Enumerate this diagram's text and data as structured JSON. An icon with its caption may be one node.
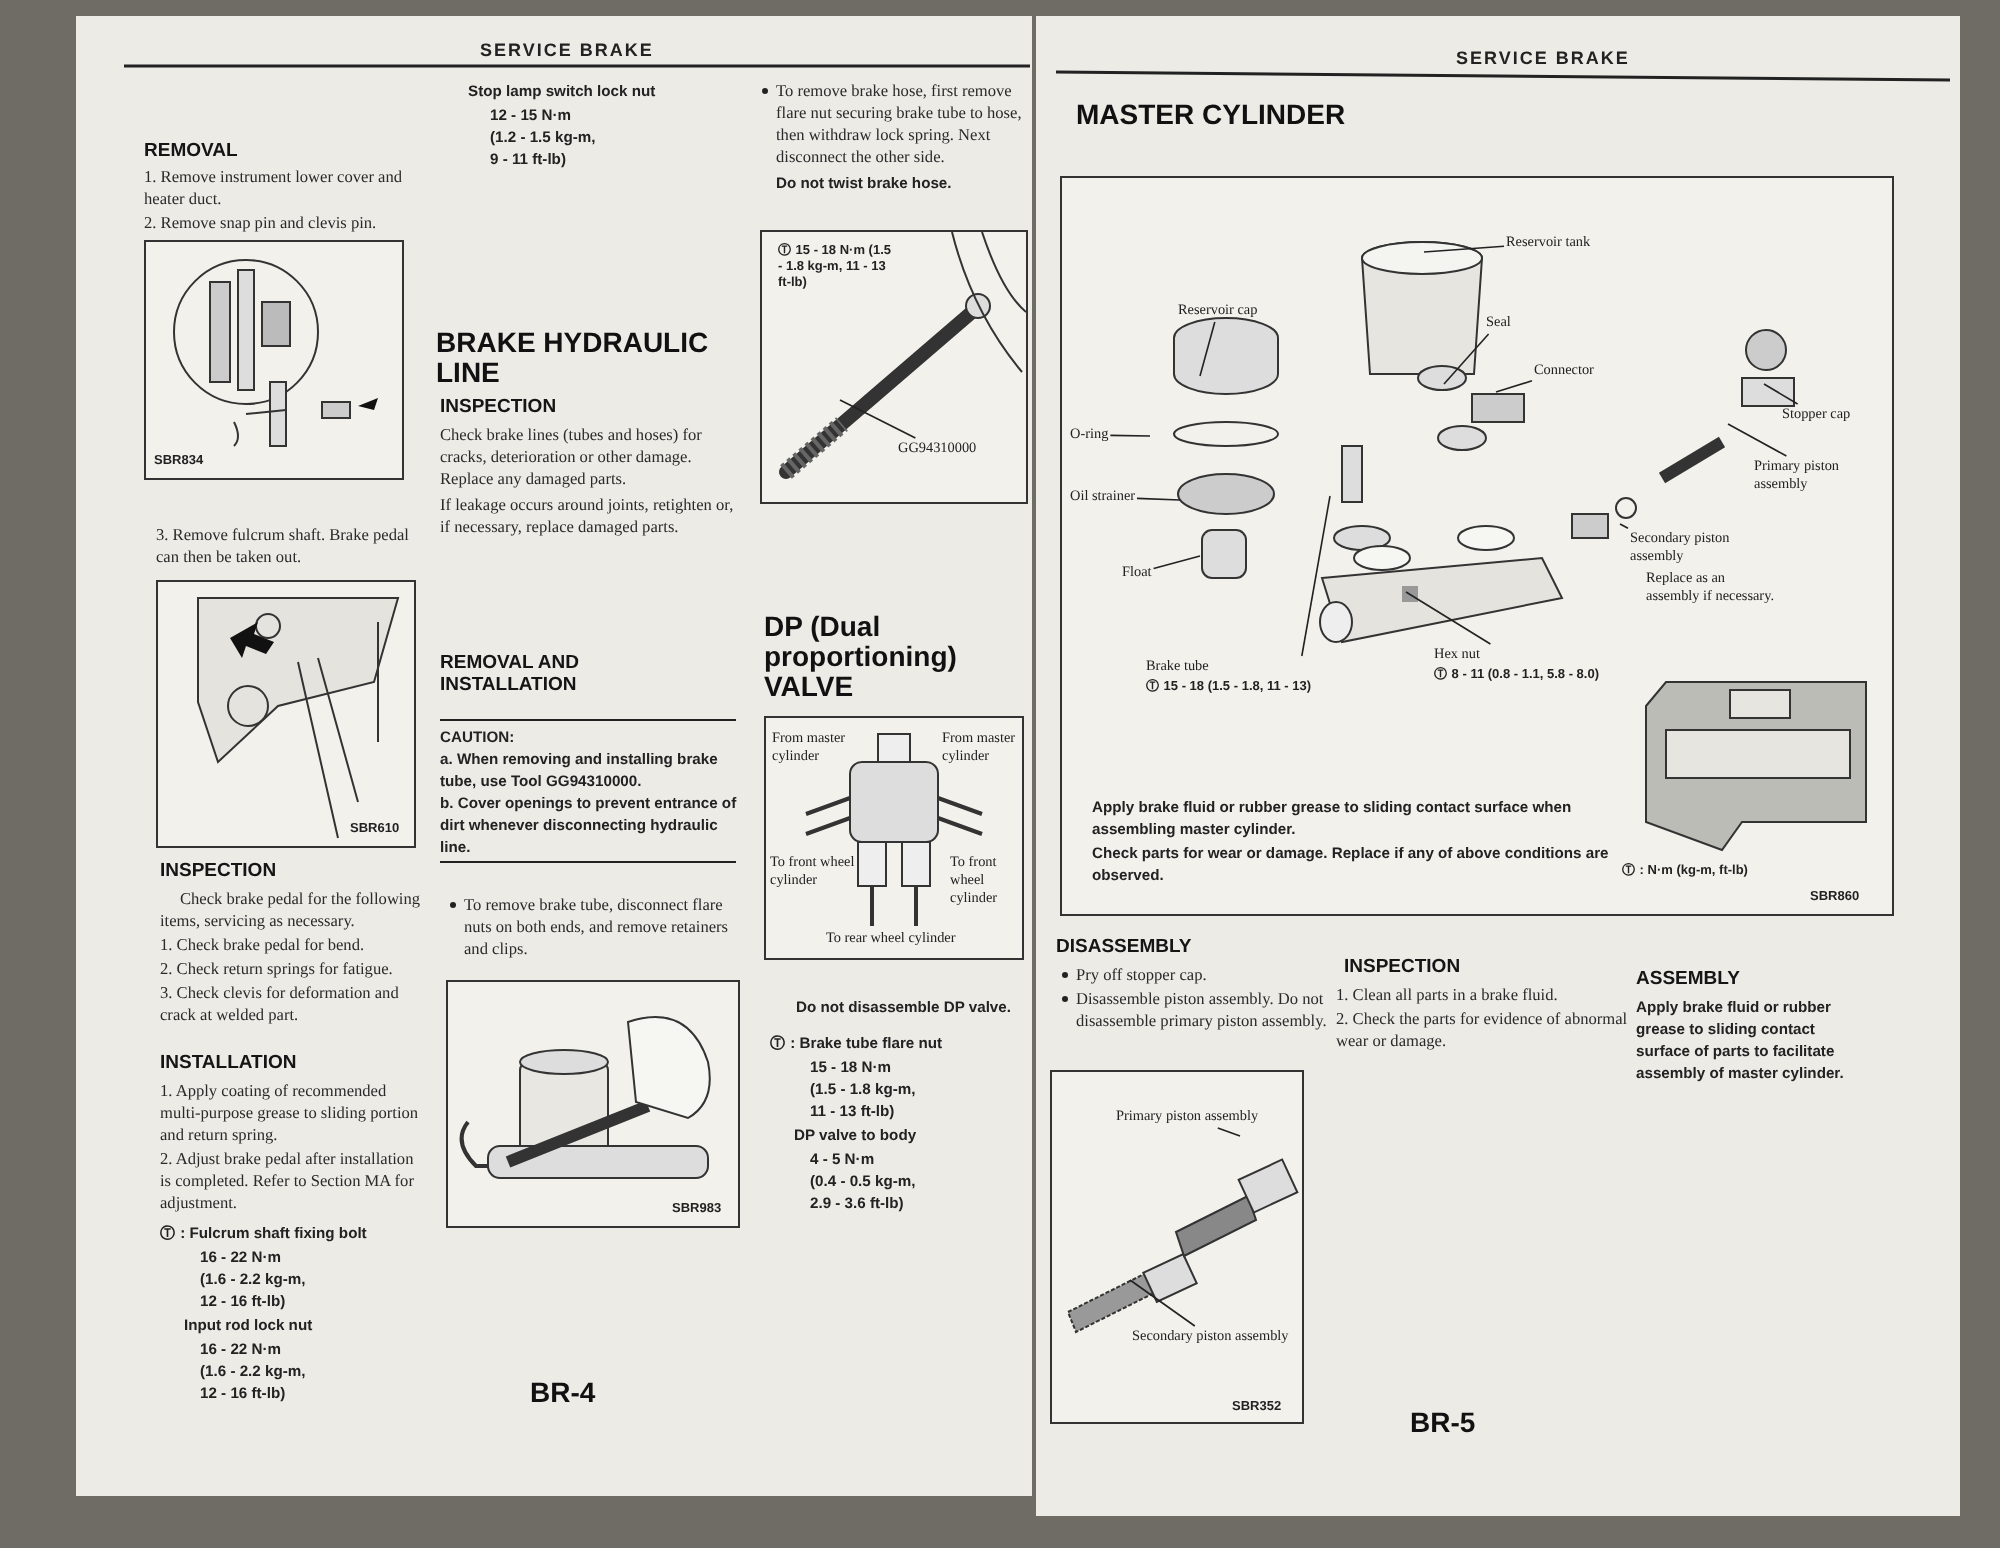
{
  "diagram": {
    "nodes": [
      {
        "text": [
          "SBR834"
        ]
      },
      {
        "text": [
          "SBR610"
        ]
      },
      {
        "text": [
          "SBR983"
        ]
      },
      {
        "text": [
          "Ⓣ 15 - 18 N·m (1.5 - 1.8 kg-m, 11 - 13 ft-lb)"
        ]
      },
      {
        "text": [
          "GG94310000"
        ],
        "in": 3
      },
      {
        "text": [
          "From master cylinder",
          "From master cylinder",
          "To front wheel cylinder",
          "To front wheel cylinder",
          "To rear wheel cylinder"
        ]
      },
      {
        "text": [
          "Ⓣ : N·m (kg-m, ft-lb)",
          "SBR860"
        ]
      },
      {
        "text": [
          "Reservoir cap"
        ],
        "in": 6
      },
      {
        "text": [
          "O-ring"
        ],
        "in": 6
      },
      {
        "text": [
          "Oil strainer"
        ],
        "in": 6
      },
      {
        "text": [
          "Float"
        ],
        "in": 6
      },
      {
        "text": [
          "Brake tube",
          "Ⓣ 15 - 18 (1.5 - 1.8, 11 - 13)"
        ],
        "in": 6
      },
      {
        "text": [
          "Reservoir tank"
        ],
        "in": 6
      },
      {
        "text": [
          "Seal"
        ],
        "in": 6
      },
      {
        "text": [
          "Connector"
        ],
        "in": 6
      },
      {
        "text": [
          "Hex nut",
          "Ⓣ 8 - 11 (0.8 - 1.1, 5.8 - 8.0)"
        ],
        "in": 6
      },
      {
        "text": [
          "Stopper cap"
        ],
        "in": 6
      },
      {
        "text": [
          "Primary piston assembly"
        ],
        "in": 6
      },
      {
        "text": [
          "Secondary piston assembly",
          "Replace as an assembly if necessary."
        ],
        "in": 6
      },
      {
        "text": [
          "SBR352"
        ]
      },
      {
        "text": [
          "Primary piston assembly"
        ],
        "in": 19
      },
      {
        "text": [
          "Secondary piston assembly"
        ],
        "in": 19
      }
    ],
    "edges": [
      {
        "from": 4,
        "to": null,
        "arrow": "none"
      },
      {
        "from": 7,
        "to": null,
        "arrow": "none"
      },
      {
        "from": 8,
        "to": null,
        "arrow": "none"
      },
      {
        "from": 9,
        "to": null,
        "arrow": "none"
      },
      {
        "from": 10,
        "to": null,
        "arrow": "none"
      },
      {
        "from": 11,
        "to": null,
        "arrow": "none"
      },
      {
        "from": 12,
        "to": null,
        "arrow": "none"
      },
      {
        "from": 13,
        "to": null,
        "arrow": "none"
      },
      {
        "from": 14,
        "to": null,
        "arrow": "none"
      },
      {
        "from": 15,
        "to": null,
        "arrow": "none"
      },
      {
        "from": 16,
        "to": null,
        "arrow": "none"
      },
      {
        "from": 17,
        "to": null,
        "arrow": "none"
      },
      {
        "from": 18,
        "to": null,
        "arrow": "none"
      },
      {
        "from": 20,
        "to": null,
        "arrow": "none"
      },
      {
        "from": 21,
        "to": null,
        "arrow": "none"
      }
    ],
    "labels": [
      "SERVICE BRAKE",
      "REMOVAL",
      "1. Remove instrument lower cover and heater duct.",
      "2. Remove snap pin and clevis pin.",
      "3. Remove fulcrum shaft. Brake pedal can then be taken out.",
      "INSPECTION",
      "Check brake pedal for the following items, servicing as necessary.",
      "1. Check brake pedal for bend.",
      "2. Check return springs for fatigue.",
      "3. Check clevis for deformation and crack at welded part.",
      "INSTALLATION",
      "1. Apply coating of recommended multi-purpose grease to sliding portion and return spring.",
      "2. Adjust brake pedal after installation is completed. Refer to Section MA for adjustment.",
      "Ⓣ : Fulcrum shaft fixing bolt",
      "16 - 22 N·m",
      "(1.6 - 2.2 kg-m,",
      "12 - 16 ft-lb)",
      "Input rod lock nut",
      "16 - 22 N·m",
      "(1.6 - 2.2 kg-m,",
      "12 - 16 ft-lb)",
      "Stop lamp switch lock nut",
      "12 - 15 N·m",
      "(1.2 - 1.5 kg-m,",
      "9 - 11 ft-lb)",
      "BRAKE HYDRAULIC LINE",
      "INSPECTION",
      "Check brake lines (tubes and hoses) for cracks, deterioration or other damage. Replace any damaged parts.",
      "If leakage occurs around joints, retighten or, if necessary, replace damaged parts.",
      "REMOVAL AND INSTALLATION",
      "CAUTION:",
      "a. When removing and installing brake tube, use Tool GG94310000.",
      "b. Cover openings to prevent entrance of dirt whenever disconnecting hydraulic line.",
      "To remove brake tube, disconnect flare nuts on both ends, and remove retainers and clips.",
      "To remove brake hose, first remove flare nut securing brake tube to hose, then withdraw lock spring. Next disconnect the other side.",
      "Do not twist brake hose.",
      "DP (Dual proportioning) VALVE",
      "Do not disassemble DP valve.",
      "Ⓣ : Brake tube flare nut",
      "15 - 18 N·m",
      "(1.5 - 1.8 kg-m,",
      "11 - 13 ft-lb)",
      "DP valve to body",
      "4 - 5 N·m",
      "(0.4 - 0.5 kg-m,",
      "2.9 - 3.6 ft-lb)",
      "BR-4",
      "SERVICE BRAKE",
      "MASTER CYLINDER",
      "Apply brake fluid or rubber grease to sliding contact surface when assembling master cylinder.",
      "Check parts for wear or damage. Replace if any of above conditions are observed.",
      "DISASSEMBLY",
      "Pry off stopper cap.",
      "Disassemble piston assembly. Do not disassemble primary piston assembly.",
      "INSPECTION",
      "1. Clean all parts in a brake fluid.",
      "2. Check the parts for evidence of abnormal wear or damage.",
      "ASSEMBLY",
      "Apply brake fluid or rubber grease to sliding contact surface of parts to facilitate assembly of master cylinder.",
      "BR-5"
    ]
  }
}
